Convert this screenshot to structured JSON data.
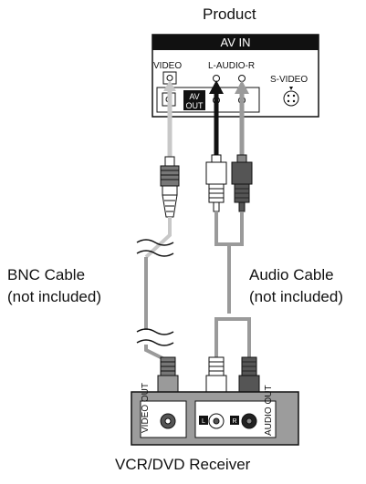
{
  "product_label": "Product",
  "panel": {
    "header": "AV IN",
    "video_label": "VIDEO",
    "audio_label": "L-AUDIO-R",
    "svideo_label": "S-VIDEO",
    "av_out_label_1": "AV",
    "av_out_label_2": "OUT"
  },
  "bnc_cable": {
    "line1": "BNC Cable",
    "line2": "(not included)"
  },
  "audio_cable": {
    "line1": "Audio Cable",
    "line2": "(not included)"
  },
  "receiver": {
    "title": "VCR/DVD Receiver",
    "video_out_label": "VIDEO OUT",
    "audio_out_label": "AUDIO OUT",
    "l_mark": "L",
    "r_mark": "R"
  },
  "colors": {
    "panel_black": "#111111",
    "cable_gray": "#9a9a9a",
    "light_cable": "#c8c8c8",
    "red_plug": "#555555",
    "receiver_fill": "#9c9c9c"
  }
}
